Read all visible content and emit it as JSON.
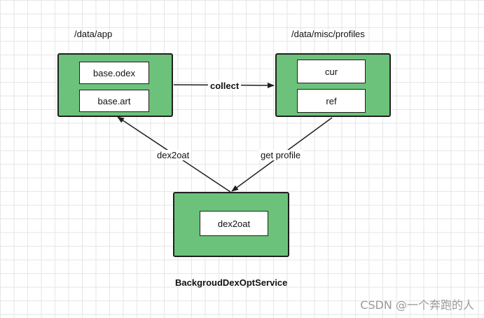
{
  "group_labels": {
    "app": "/data/app",
    "profiles": "/data/misc/profiles",
    "service": "BackgroudDexOptService"
  },
  "app_box": {
    "items": [
      "base.odex",
      "base.art"
    ]
  },
  "profiles_box": {
    "items": [
      "cur",
      "ref"
    ]
  },
  "service_box": {
    "items": [
      "dex2oat"
    ]
  },
  "edges": {
    "collect": "collect",
    "dex2oat": "dex2oat",
    "get_profile": "get profile"
  },
  "colors": {
    "container_fill": "#6cc27a",
    "stroke": "#1f1f1f",
    "grid": "#e6e6e6"
  },
  "watermark": "CSDN @一个奔跑的人"
}
